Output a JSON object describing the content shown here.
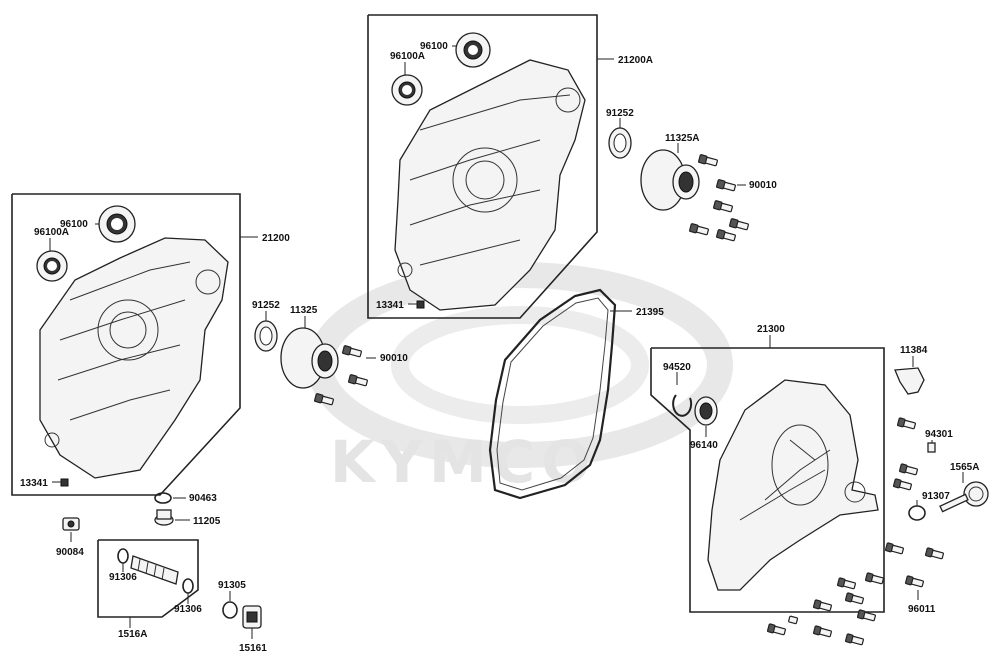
{
  "watermark": {
    "brand": "KYMCO"
  },
  "labels": {
    "p96100_l": "96100",
    "p96100A_l": "96100A",
    "p21200": "21200",
    "p13341_l": "13341",
    "p96100_t": "96100",
    "p96100A_t": "96100A",
    "p21200A": "21200A",
    "p13341_t": "13341",
    "p91252_t": "91252",
    "p11325A": "11325A",
    "p90010_t": "90010",
    "p91252_m": "91252",
    "p11325": "11325",
    "p90010_m": "90010",
    "p21395": "21395",
    "p21300": "21300",
    "p11384": "11384",
    "p94520": "94520",
    "p96140": "96140",
    "p94301": "94301",
    "p1565A": "1565A",
    "p91307": "91307",
    "p96011": "96011",
    "p90463": "90463",
    "p11205": "11205",
    "p90084": "90084",
    "p91306_a": "91306",
    "p91306_b": "91306",
    "p1516A": "1516A",
    "p91305": "91305",
    "p15161": "15161"
  }
}
